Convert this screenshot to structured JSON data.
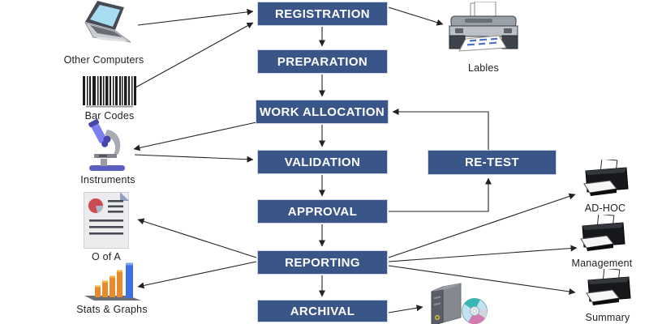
{
  "diagram": {
    "type": "flowchart",
    "box_fill": "#3a5688",
    "box_text_color": "#ffffff",
    "arrow_color": "#222222"
  },
  "nodes": [
    {
      "id": "registration",
      "label": "REGISTRATION"
    },
    {
      "id": "preparation",
      "label": "PREPARATION"
    },
    {
      "id": "work-allocation",
      "label": "WORK ALLOCATION"
    },
    {
      "id": "validation",
      "label": "VALIDATION"
    },
    {
      "id": "re-test",
      "label": "RE-TEST"
    },
    {
      "id": "approval",
      "label": "APPROVAL"
    },
    {
      "id": "reporting",
      "label": "REPORTING"
    },
    {
      "id": "archival",
      "label": "ARCHIVAL"
    }
  ],
  "peripherals": {
    "left": [
      {
        "label": "Other Computers",
        "icon": "laptop-icon"
      },
      {
        "label": "Bar Codes",
        "icon": "barcode-icon"
      },
      {
        "label": "Instruments",
        "icon": "microscope-icon"
      },
      {
        "label": "O of A",
        "icon": "certificate-document-icon"
      },
      {
        "label": "Stats & Graphs",
        "icon": "bar-chart-icon"
      }
    ],
    "right": [
      {
        "label": "Lables",
        "icon": "inkjet-printer-icon"
      },
      {
        "label": "AD-HOC",
        "icon": "laser-printer-icon"
      },
      {
        "label": "Management",
        "icon": "laser-printer-icon"
      },
      {
        "label": "Summary",
        "icon": "laser-printer-icon"
      },
      {
        "label": "",
        "icon": "storage-tower-cd-icon"
      }
    ]
  },
  "connections": [
    {
      "from": "Other Computers",
      "to": "REGISTRATION"
    },
    {
      "from": "Bar Codes",
      "to": "REGISTRATION"
    },
    {
      "from": "REGISTRATION",
      "to": "Lables"
    },
    {
      "from": "REGISTRATION",
      "to": "PREPARATION"
    },
    {
      "from": "PREPARATION",
      "to": "WORK ALLOCATION"
    },
    {
      "from": "WORK ALLOCATION",
      "to": "VALIDATION"
    },
    {
      "from": "WORK ALLOCATION",
      "to": "Instruments"
    },
    {
      "from": "Instruments",
      "to": "VALIDATION"
    },
    {
      "from": "VALIDATION",
      "to": "APPROVAL"
    },
    {
      "from": "APPROVAL",
      "to": "REPORTING"
    },
    {
      "from": "APPROVAL",
      "to": "RE-TEST"
    },
    {
      "from": "RE-TEST",
      "to": "WORK ALLOCATION"
    },
    {
      "from": "REPORTING",
      "to": "O of A"
    },
    {
      "from": "REPORTING",
      "to": "Stats & Graphs"
    },
    {
      "from": "REPORTING",
      "to": "AD-HOC"
    },
    {
      "from": "REPORTING",
      "to": "Management"
    },
    {
      "from": "REPORTING",
      "to": "Summary"
    },
    {
      "from": "REPORTING",
      "to": "ARCHIVAL"
    },
    {
      "from": "ARCHIVAL",
      "to": "storage"
    }
  ]
}
